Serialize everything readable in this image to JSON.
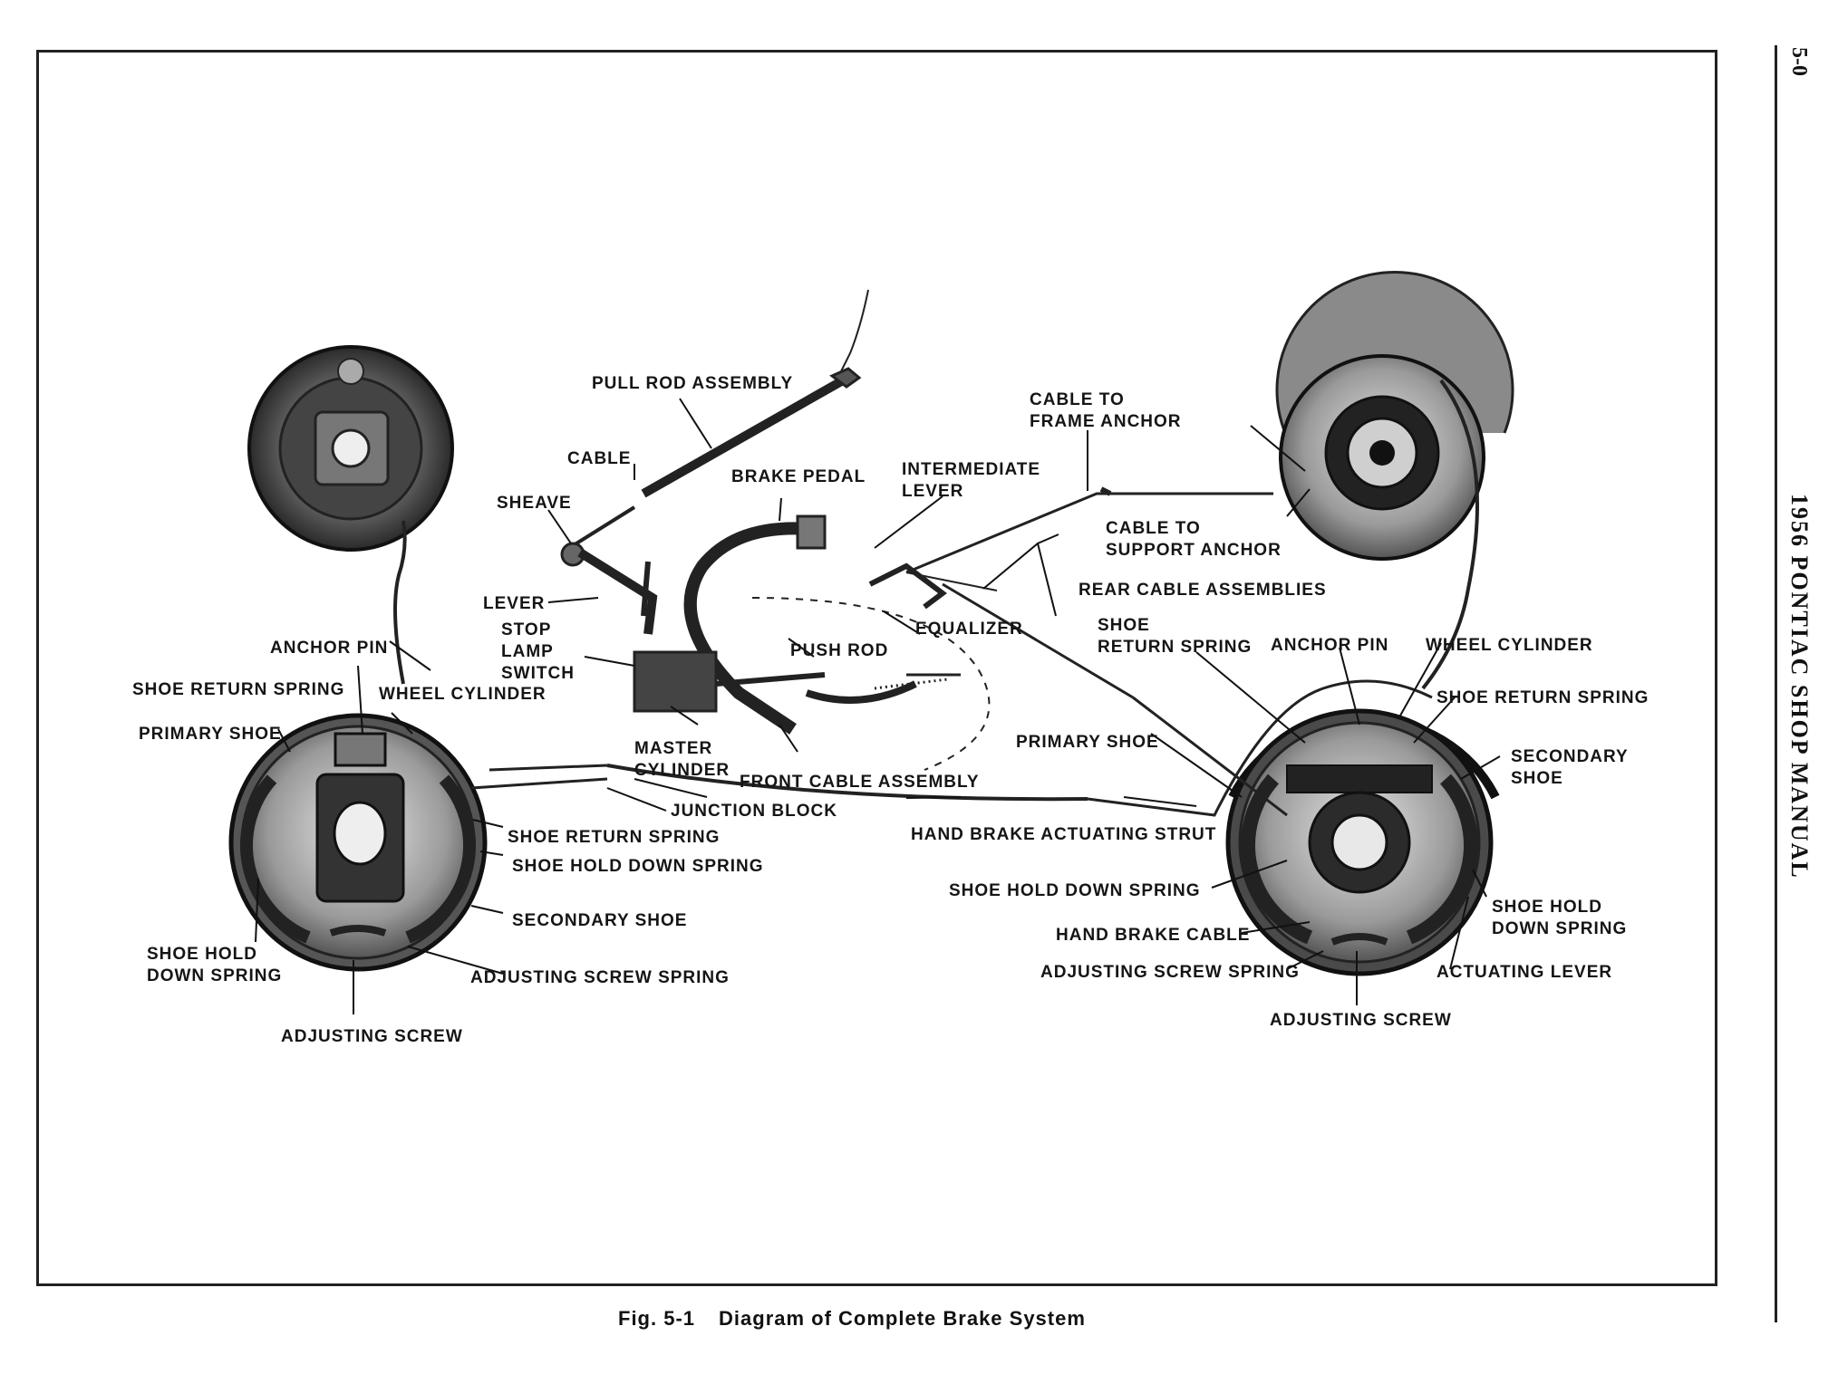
{
  "header": {
    "page_number": "5-0",
    "manual_title": "1956 PONTIAC SHOP MANUAL"
  },
  "caption": {
    "fig_number": "Fig. 5-1",
    "fig_title": "Diagram of Complete Brake System"
  },
  "labels": {
    "pull_rod_assembly": "PULL ROD ASSEMBLY",
    "cable": "CABLE",
    "brake_pedal": "BRAKE PEDAL",
    "sheave": "SHEAVE",
    "intermediate_lever": "INTERMEDIATE\nLEVER",
    "cable_to_frame_anchor": "CABLE TO\nFRAME ANCHOR",
    "cable_to_support_anchor": "CABLE TO\nSUPPORT ANCHOR",
    "rear_cable_assemblies": "REAR CABLE ASSEMBLIES",
    "lever": "LEVER",
    "stop_lamp_switch": "STOP\nLAMP\nSWITCH",
    "push_rod": "PUSH ROD",
    "equalizer": "EQUALIZER",
    "master_cylinder": "MASTER\nCYLINDER",
    "front_cable_assembly": "FRONT CABLE ASSEMBLY",
    "junction_block": "JUNCTION BLOCK",
    "hand_brake_actuating_strut": "HAND BRAKE ACTUATING STRUT",
    "left_anchor_pin": "ANCHOR PIN",
    "left_shoe_return_spring_top": "SHOE RETURN SPRING",
    "left_wheel_cylinder": "WHEEL CYLINDER",
    "left_primary_shoe": "PRIMARY SHOE",
    "left_shoe_return_spring_lower": "SHOE RETURN SPRING",
    "left_shoe_hold_down_spring_right": "SHOE HOLD DOWN SPRING",
    "left_secondary_shoe": "SECONDARY SHOE",
    "left_shoe_hold_down_spring_left": "SHOE HOLD\nDOWN SPRING",
    "left_adjusting_screw_spring": "ADJUSTING SCREW SPRING",
    "left_adjusting_screw": "ADJUSTING SCREW",
    "right_shoe_return_spring_top": "SHOE\nRETURN SPRING",
    "right_anchor_pin": "ANCHOR PIN",
    "right_wheel_cylinder": "WHEEL CYLINDER",
    "right_shoe_return_spring": "SHOE RETURN SPRING",
    "right_secondary_shoe": "SECONDARY\nSHOE",
    "right_primary_shoe": "PRIMARY SHOE",
    "right_shoe_hold_down_spring_left": "SHOE HOLD DOWN SPRING",
    "right_hand_brake_cable": "HAND BRAKE CABLE",
    "right_adjusting_screw_spring": "ADJUSTING SCREW SPRING",
    "right_shoe_hold_down_spring_right": "SHOE HOLD\nDOWN SPRING",
    "right_actuating_lever": "ACTUATING LEVER",
    "right_adjusting_screw": "ADJUSTING SCREW"
  }
}
